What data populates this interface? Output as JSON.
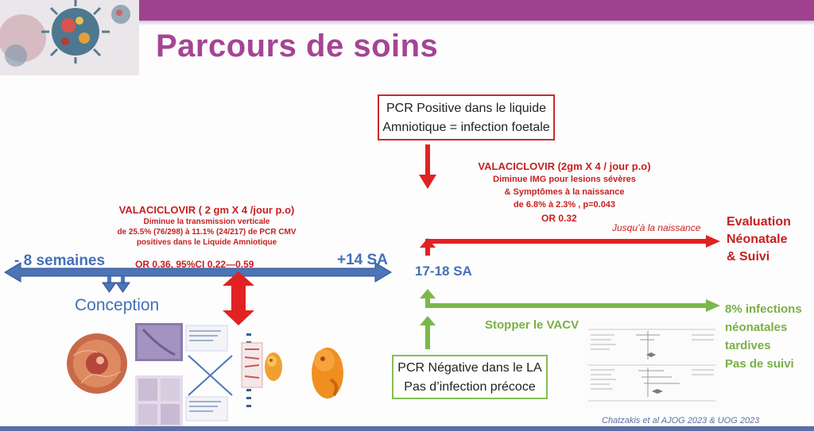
{
  "slide": {
    "title": "Parcours de soins",
    "citation": "Chatzakis et al AJOG 2023 & UOG 2023"
  },
  "timeline": {
    "left_label": "- 8 semaines",
    "right_label": "+14 SA",
    "conception_label": "Conception",
    "arrow_color": "#4d74b7"
  },
  "valaciclovir_early": {
    "heading": "VALACICLOVIR ( 2 gm X 4 /jour p.o)",
    "lines": [
      "Diminue la  transmission verticale",
      "de 25.5% (76/298) à 11.1% (24/217) de PCR CMV",
      "positives dans le Liquide Amniotique"
    ],
    "odds_ratio": "OR 0.36, 95%CI 0.22—0.59"
  },
  "amnio": {
    "time_label": "17-18 SA",
    "positive_box": {
      "line1": "PCR Positive dans le liquide",
      "line2": "Amniotique = infection foetale"
    },
    "negative_box": {
      "line1": "PCR Négative dans le LA",
      "line2": "Pas d’infection précoce"
    }
  },
  "valaciclovir_late": {
    "heading": "VALACICLOVIR (2gm X 4 / jour p.o)",
    "lines": [
      "Diminue IMG pour lesions sévères",
      "& Symptômes à la naissance",
      "de 6.8% à 2.3% , p=0.043"
    ],
    "odds_ratio": "OR 0.32",
    "until_label": "Jusqu’à la naissance"
  },
  "outcome_positive": {
    "lines": [
      "Evaluation",
      "Néonatale",
      "& Suivi"
    ]
  },
  "outcome_negative": {
    "stop_label": "Stopper le VACV",
    "lines": [
      "8% infections",
      "néonatales",
      "tardives",
      "Pas de suivi"
    ]
  },
  "colors": {
    "title": "#a54494",
    "red": "#cc2222",
    "blue": "#4470b6",
    "green": "#79b045",
    "top_bar": "#a0418f"
  },
  "icons": [
    "virus-illustration",
    "embryo-cell-image",
    "histology-panel",
    "embryo-image",
    "forest-plot-image"
  ]
}
